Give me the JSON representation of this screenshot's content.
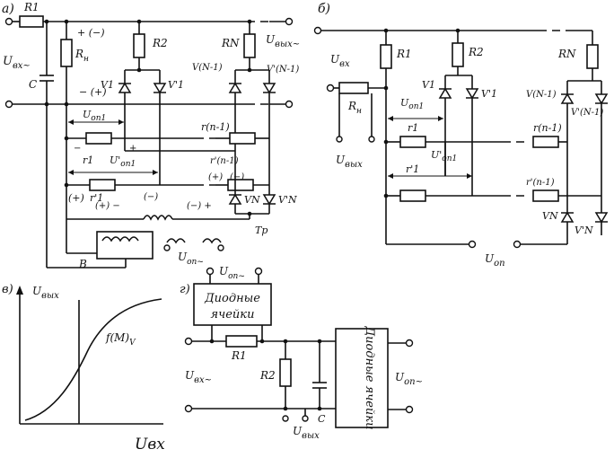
{
  "panel_a": {
    "tag": "a)",
    "R1": "R1",
    "Rn": "R",
    "Rn_sub": "н",
    "R2": "R2",
    "RN": "RN",
    "Uin": "U",
    "Uin_sub": "вх~",
    "Uout": "U",
    "Uout_sub": "вых~",
    "C": "C",
    "pol_top": "+ (−)",
    "pol_mid": "− (+)",
    "V1": "V1",
    "V1p": "V'1",
    "VN1": "V(N-1)",
    "VN1p": "V'(N-1)",
    "VN": "VN",
    "VNp": "V'N",
    "Uop1": "U",
    "Uop1_sub": "оп1",
    "Uop1p": "U'",
    "Uop1p_sub": "оп1",
    "r1": "r1",
    "r1p": "r'1",
    "rn1": "r(n-1)",
    "rn1p": "r'(n-1)",
    "plus": "+",
    "minus": "−",
    "pl_r1p": "(+)",
    "pm_a": "(+) −",
    "pm_b": "(−)",
    "pm_c": "(−) +",
    "pm_d": "(−)",
    "pm_e": "(+)",
    "Tp": "Tp",
    "B": "B",
    "Uop": "U",
    "Uop_sub": "оп~"
  },
  "panel_b": {
    "tag": "б)",
    "Uin": "U",
    "Uin_sub": "вх",
    "R1": "R1",
    "R2": "R2",
    "RN": "RN",
    "Rn": "R",
    "Rn_sub": "н",
    "V1": "V1",
    "V1p": "V'1",
    "VN1": "V(N-1)",
    "VN1p": "V'(N-1)",
    "VN": "VN",
    "VNp": "V'N",
    "Uop1": "U",
    "Uop1_sub": "оп1",
    "Uop1p": "U'",
    "Uop1p_sub": "оп1",
    "r1": "r1",
    "r1p": "r'1",
    "rn1": "r(n-1)",
    "rn1p": "r'(n-1)",
    "Uout": "U",
    "Uout_sub": "вых",
    "Uop": "U",
    "Uop_sub": "оп"
  },
  "panel_v": {
    "tag": "в)",
    "ylabel": "U",
    "ylabel_sub": "вых",
    "xlabel": "Uвх",
    "curve_label": "f(M)",
    "curve_sub": "V"
  },
  "panel_g": {
    "tag": "г)",
    "Uop": "U",
    "Uop_sub": "оп~",
    "cells_top_1": "Диодные",
    "cells_top_2": "ячейки",
    "cells_right": "Диодные ячейки",
    "R1": "R1",
    "R2": "R2",
    "Uin": "U",
    "Uin_sub": "вх~",
    "Uout": "U",
    "Uout_sub": "вых",
    "C": "C",
    "Uop_right": "U",
    "Uop_right_sub": "оп~"
  }
}
